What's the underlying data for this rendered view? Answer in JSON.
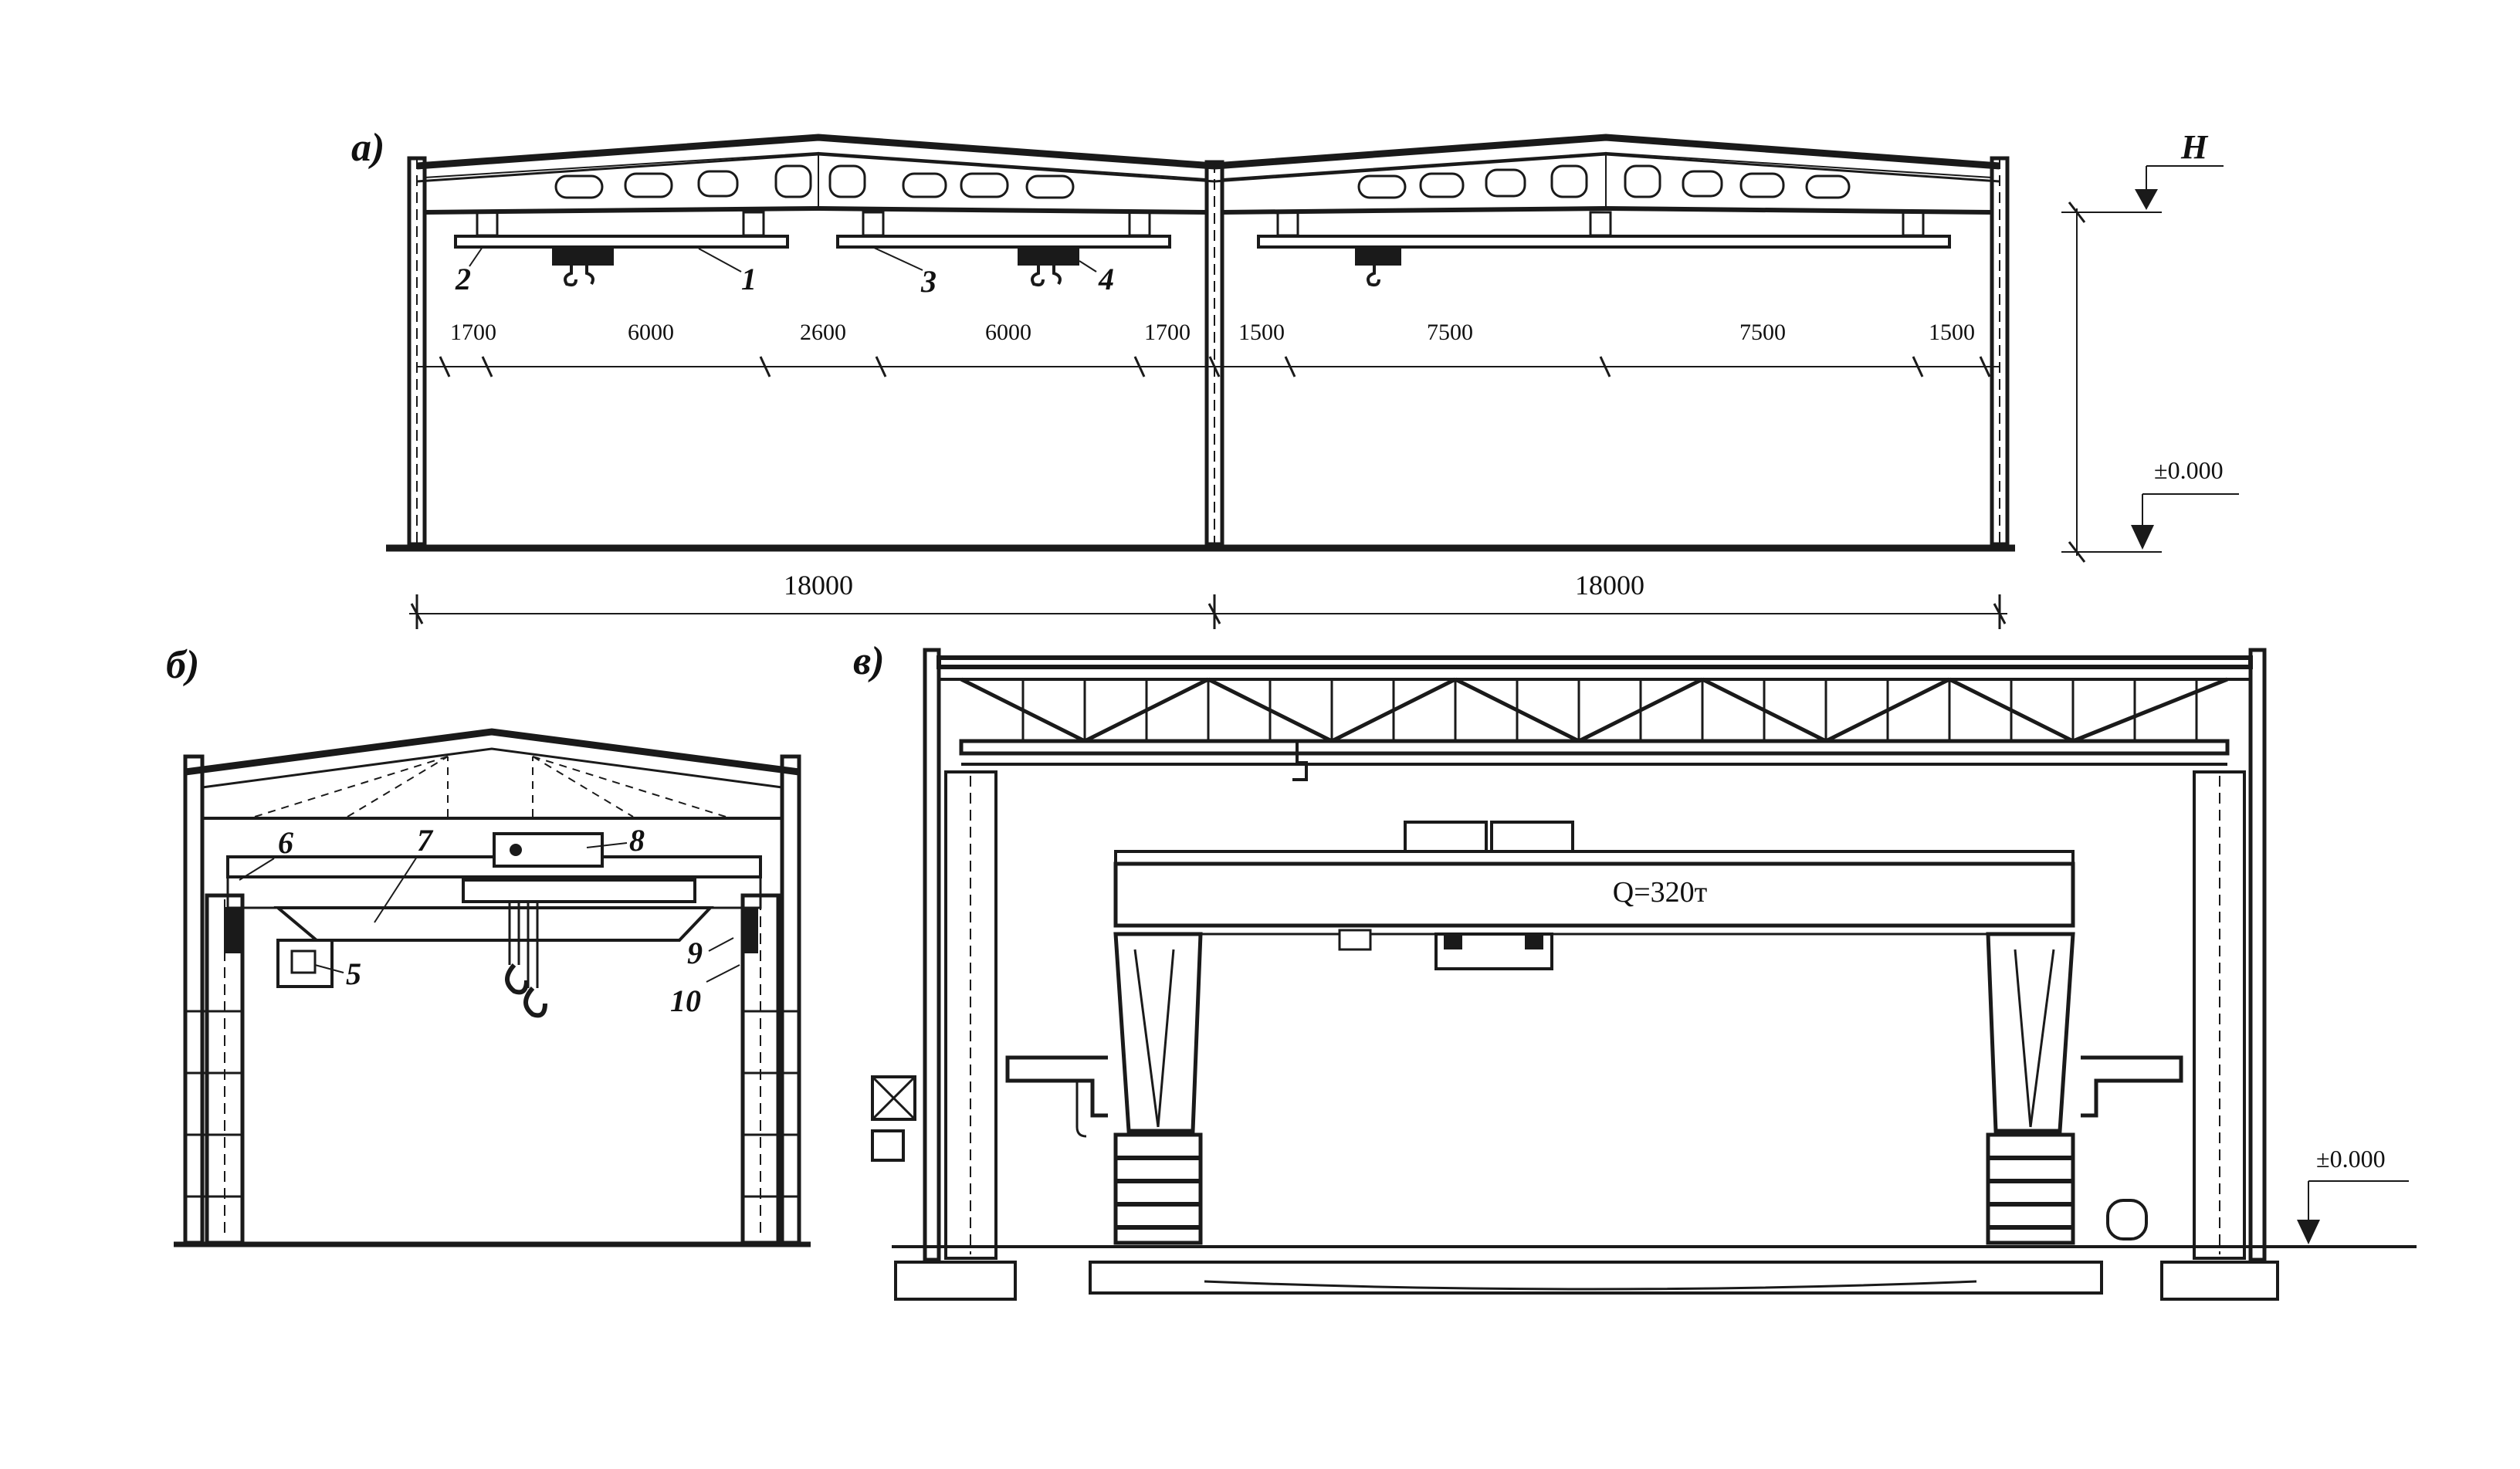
{
  "panels": {
    "a": "а)",
    "b": "б)",
    "c": "в)"
  },
  "callouts": {
    "n1": "1",
    "n2": "2",
    "n3": "3",
    "n4": "4",
    "n5": "5",
    "n6": "6",
    "n7": "7",
    "n8": "8",
    "n9": "9",
    "n10": "10"
  },
  "dimensions_a": {
    "d1": "1700",
    "d2": "6000",
    "d3": "2600",
    "d4": "6000",
    "d5": "1700",
    "d6": "1500",
    "d7": "7500",
    "d8": "7500",
    "d9": "1500",
    "span1": "18000",
    "span2": "18000"
  },
  "levels": {
    "h": "H",
    "zero_a": "±0.000",
    "zero_c": "±0.000"
  },
  "crane_capacity": "Q=320т",
  "colors": {
    "ink": "#1a1a1a",
    "background": "#ffffff"
  }
}
